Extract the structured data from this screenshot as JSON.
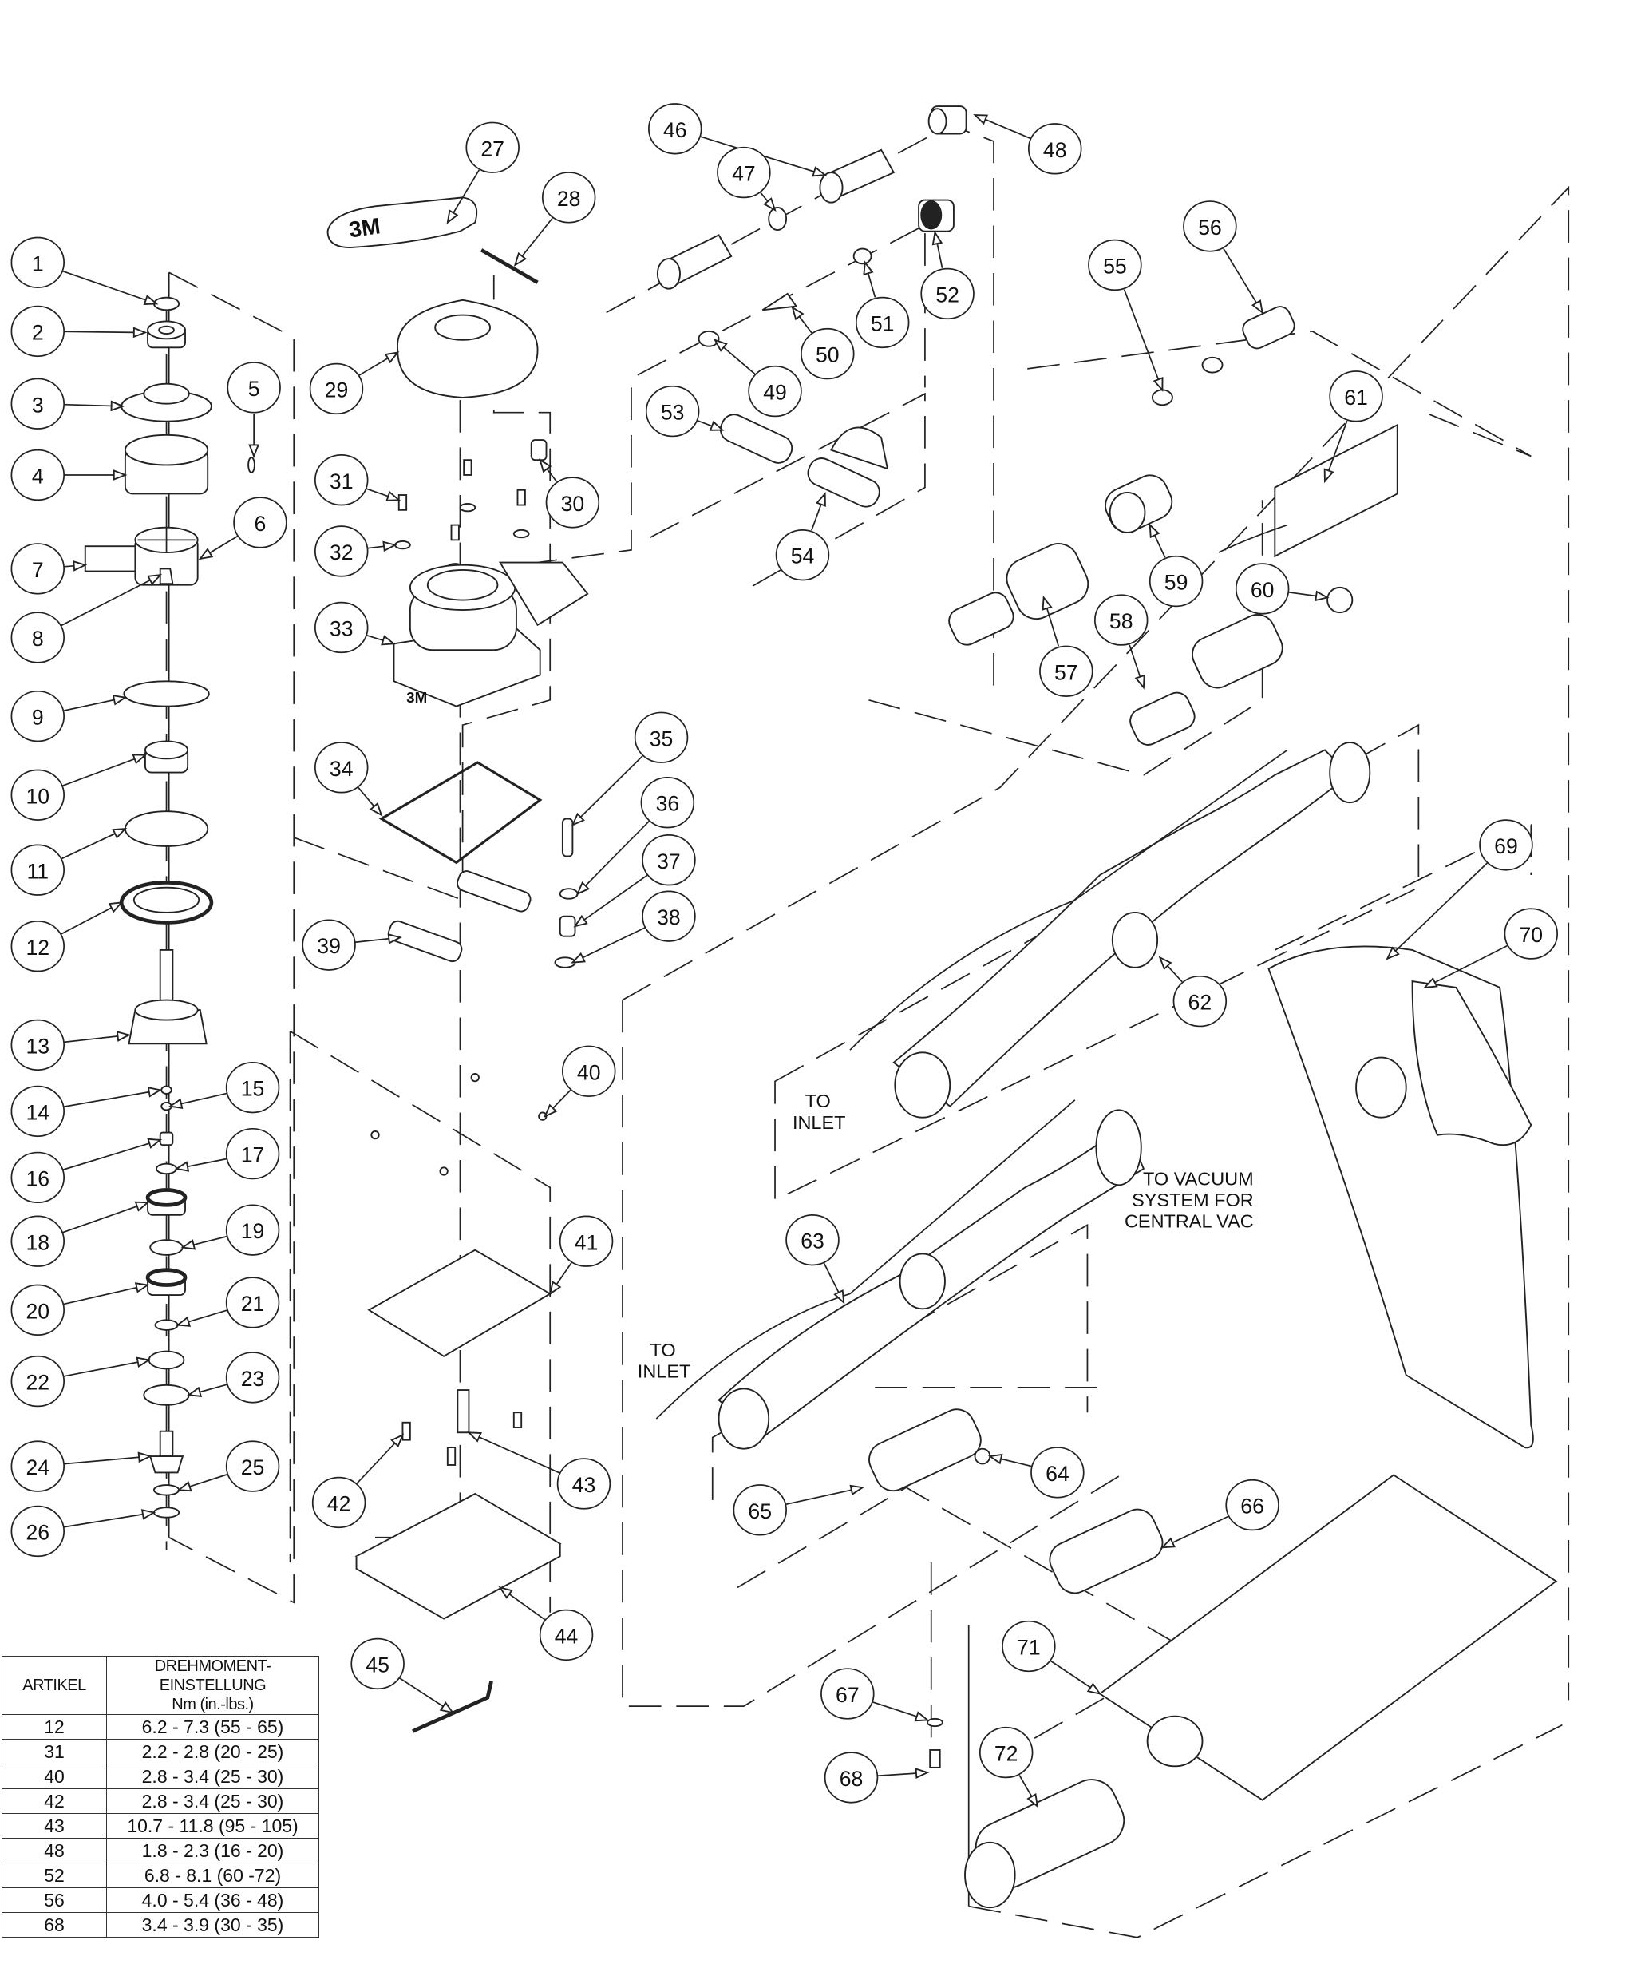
{
  "diagram": {
    "callouts": [
      "1",
      "2",
      "3",
      "4",
      "5",
      "6",
      "7",
      "8",
      "9",
      "10",
      "11",
      "12",
      "13",
      "14",
      "15",
      "16",
      "17",
      "18",
      "19",
      "20",
      "21",
      "22",
      "23",
      "24",
      "25",
      "26",
      "27",
      "28",
      "29",
      "30",
      "31",
      "32",
      "33",
      "34",
      "35",
      "36",
      "37",
      "38",
      "39",
      "40",
      "41",
      "42",
      "43",
      "44",
      "45",
      "46",
      "47",
      "48",
      "49",
      "50",
      "51",
      "52",
      "53",
      "54",
      "55",
      "56",
      "57",
      "58",
      "59",
      "60",
      "61",
      "62",
      "63",
      "64",
      "65",
      "66",
      "67",
      "68",
      "69",
      "70",
      "71",
      "72"
    ],
    "notes": {
      "to_inlet_upper_line1": "TO",
      "to_inlet_upper_line2": "INLET",
      "to_inlet_lower_line1": "TO",
      "to_inlet_lower_line2": "INLET",
      "vacuum_line1": "TO VACUUM",
      "vacuum_line2": "SYSTEM FOR",
      "vacuum_line3": "CENTRAL VAC"
    },
    "logo_text": "3M"
  },
  "torque_table": {
    "header_item": "ARTIKEL",
    "header_torque_line1": "DREHMOMENT-EINSTELLUNG",
    "header_torque_line2": "Nm (in.-lbs.)",
    "rows": [
      {
        "item": "12",
        "torque": "6.2 - 7.3 (55 - 65)"
      },
      {
        "item": "31",
        "torque": "2.2 - 2.8 (20 - 25)"
      },
      {
        "item": "40",
        "torque": "2.8 - 3.4 (25 - 30)"
      },
      {
        "item": "42",
        "torque": "2.8 - 3.4 (25 - 30)"
      },
      {
        "item": "43",
        "torque": "10.7 - 11.8 (95 - 105)"
      },
      {
        "item": "48",
        "torque": "1.8 - 2.3 (16 - 20)"
      },
      {
        "item": "52",
        "torque": "6.8 - 8.1 (60 -72)"
      },
      {
        "item": "56",
        "torque": "4.0 - 5.4 (36 - 48)"
      },
      {
        "item": "68",
        "torque": "3.4 - 3.9 (30 - 35)"
      }
    ]
  }
}
